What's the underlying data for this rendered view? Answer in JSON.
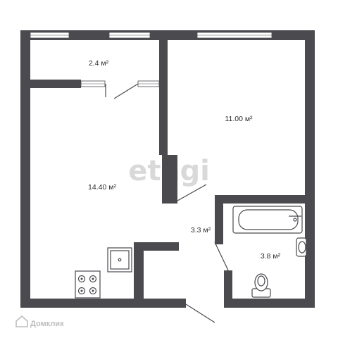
{
  "rooms": {
    "balcony": {
      "area": "2.4 м²"
    },
    "bedroom": {
      "area": "11.00 м²"
    },
    "living": {
      "area": "14.40 м²"
    },
    "hall": {
      "area": "3.3 м²"
    },
    "bathroom": {
      "area": "3.8 м²"
    }
  },
  "watermark": {
    "text": "etagi"
  },
  "brand": {
    "text": "Домклик"
  }
}
